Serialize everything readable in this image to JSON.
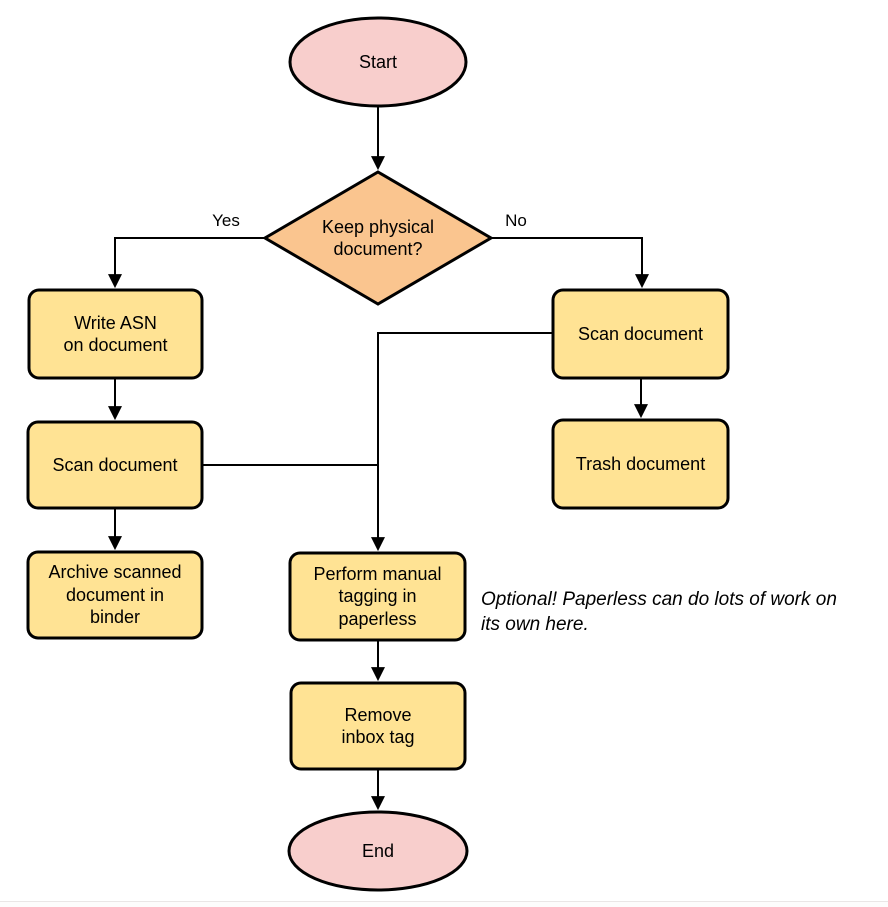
{
  "colors": {
    "terminal_fill": "#F8CECC",
    "decision_fill": "#FAC58F",
    "process_fill": "#FFE394",
    "stroke": "#000000"
  },
  "nodes": {
    "start": {
      "type": "terminal",
      "label": "Start"
    },
    "decision": {
      "type": "decision",
      "label": "Keep physical\ndocument?"
    },
    "write_asn": {
      "type": "process",
      "label": "Write ASN\non document"
    },
    "scan_left": {
      "type": "process",
      "label": "Scan document"
    },
    "archive": {
      "type": "process",
      "label": "Archive scanned\ndocument in\nbinder"
    },
    "scan_right": {
      "type": "process",
      "label": "Scan document"
    },
    "trash": {
      "type": "process",
      "label": "Trash document"
    },
    "tagging": {
      "type": "process",
      "label": "Perform manual\ntagging in\npaperless"
    },
    "remove_inbox": {
      "type": "process",
      "label": "Remove\ninbox tag"
    },
    "end": {
      "type": "terminal",
      "label": "End"
    }
  },
  "edge_labels": {
    "yes": "Yes",
    "no": "No"
  },
  "annotation": {
    "text": "Optional! Paperless can do lots of work on\nits own here."
  }
}
